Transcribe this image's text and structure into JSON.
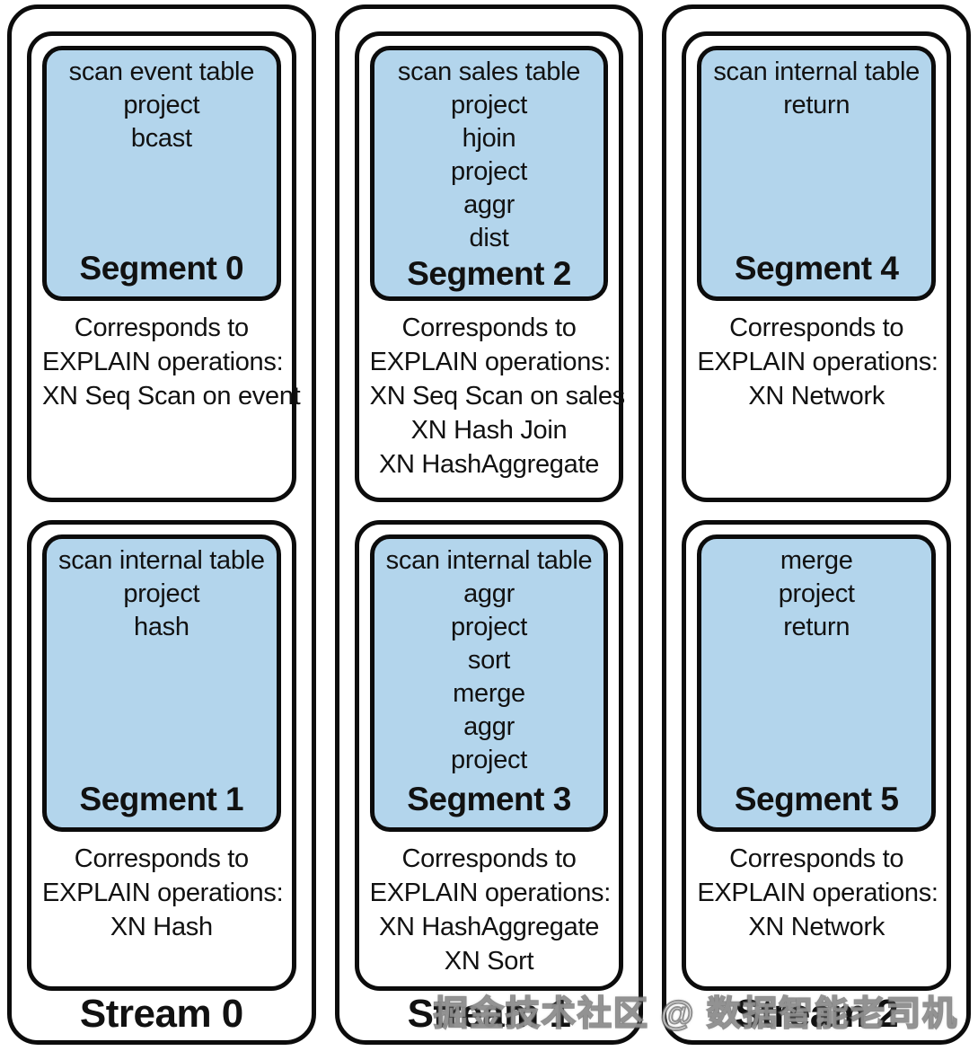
{
  "colors": {
    "segment_fill": "#b3d5ec",
    "border": "#0c0c0c",
    "background": "#ffffff",
    "text": "#111111"
  },
  "watermark": "掘金技术社区 @ 数据智能老司机",
  "streams": [
    {
      "label": "Stream 0",
      "segments": [
        {
          "label": "Segment 0",
          "operations": [
            "scan event table",
            "project",
            "bcast"
          ],
          "explain_lines": [
            "Corresponds to",
            "EXPLAIN operations:",
            "XN Seq Scan on event"
          ]
        },
        {
          "label": "Segment 1",
          "operations": [
            "scan internal table",
            "project",
            "hash"
          ],
          "explain_lines": [
            "Corresponds to",
            "EXPLAIN operations:",
            "XN Hash"
          ]
        }
      ]
    },
    {
      "label": "Stream 1",
      "segments": [
        {
          "label": "Segment 2",
          "operations": [
            "scan sales table",
            "project",
            "hjoin",
            "project",
            "aggr",
            "dist"
          ],
          "explain_lines": [
            "Corresponds to",
            "EXPLAIN operations:",
            "XN Seq Scan on sales",
            "XN Hash Join",
            "XN HashAggregate"
          ]
        },
        {
          "label": "Segment 3",
          "operations": [
            "scan internal table",
            "aggr",
            "project",
            "sort",
            "merge",
            "aggr",
            "project"
          ],
          "explain_lines": [
            "Corresponds to",
            "EXPLAIN operations:",
            "XN HashAggregate",
            "XN Sort"
          ]
        }
      ]
    },
    {
      "label": "Stream 2",
      "segments": [
        {
          "label": "Segment 4",
          "operations": [
            "scan internal table",
            "return"
          ],
          "explain_lines": [
            "Corresponds to",
            "EXPLAIN operations:",
            "XN Network"
          ]
        },
        {
          "label": "Segment 5",
          "operations": [
            "merge",
            "project",
            "return"
          ],
          "explain_lines": [
            "Corresponds to",
            "EXPLAIN operations:",
            "XN Network"
          ]
        }
      ]
    }
  ]
}
